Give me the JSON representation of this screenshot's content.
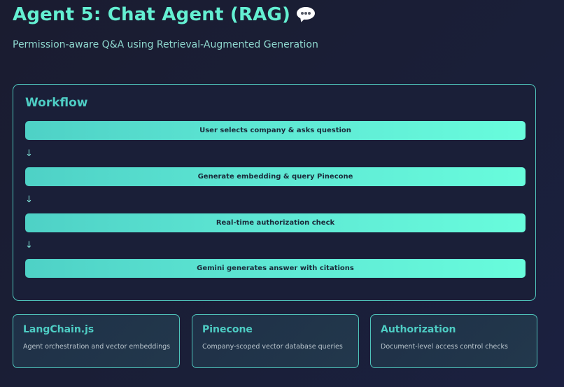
{
  "header": {
    "title": "Agent 5: Chat Agent (RAG)",
    "title_icon": "speech-bubble-icon",
    "subtitle": "Permission-aware Q&A using Retrieval-Augmented Generation"
  },
  "workflow": {
    "title": "Workflow",
    "arrow_glyph": "↓",
    "steps": [
      {
        "label": "User selects company & asks question"
      },
      {
        "label": "Generate embedding & query Pinecone"
      },
      {
        "label": "Real-time authorization check"
      },
      {
        "label": "Gemini generates answer with citations"
      }
    ]
  },
  "features": [
    {
      "title": "LangChain.js",
      "description": "Agent orchestration and vector embeddings"
    },
    {
      "title": "Pinecone",
      "description": "Company-scoped vector database queries"
    },
    {
      "title": "Authorization",
      "description": "Document-level access control checks"
    }
  ],
  "colors": {
    "background": "#1a1c30",
    "accent": "#64f0d2",
    "accent_border": "#4fc4bb",
    "step_gradient_start": "#4ed1c6",
    "step_gradient_end": "#68fcdc",
    "step_text": "#1a2a3a",
    "subtitle": "#8fd8cf",
    "feature_card_bg": "#1f3047"
  }
}
